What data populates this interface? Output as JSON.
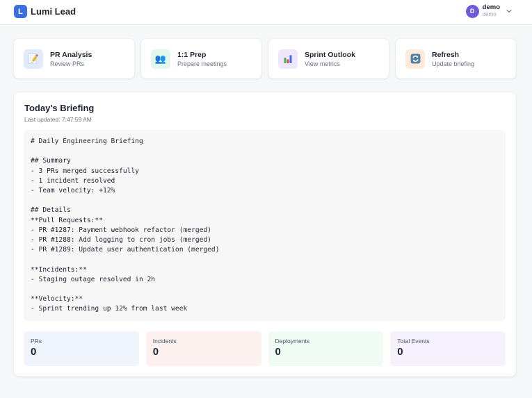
{
  "app": {
    "logo_letter": "L",
    "title": "Lumi Lead"
  },
  "user": {
    "avatar_letter": "D",
    "name": "demo",
    "subtitle": "demo",
    "menu_icon": "chevron-down-icon"
  },
  "actions": [
    {
      "title": "PR Analysis",
      "subtitle": "Review PRs",
      "icon": "memo-icon",
      "glyph": "📝",
      "bg": "#e3ebfb"
    },
    {
      "title": "1:1 Prep",
      "subtitle": "Prepare meetings",
      "icon": "people-icon",
      "glyph": "👥",
      "bg": "#e2f6ea"
    },
    {
      "title": "Sprint Outlook",
      "subtitle": "View metrics",
      "icon": "bar-chart-icon",
      "glyph": "📊",
      "bg": "#f0e6fb"
    },
    {
      "title": "Refresh",
      "subtitle": "Update briefing",
      "icon": "refresh-icon",
      "glyph": "🔄",
      "bg": "#fcebd9"
    }
  ],
  "briefing": {
    "title": "Today's Briefing",
    "last_updated": "Last updated: 7:47:59 AM",
    "content": "# Daily Engineering Briefing\n\n## Summary\n- 3 PRs merged successfully\n- 1 incident resolved\n- Team velocity: +12%\n\n## Details\n**Pull Requests:**\n- PR #1287: Payment webhook refactor (merged)\n- PR #1288: Add logging to cron jobs (merged)\n- PR #1289: Update user authentication (merged)\n\n**Incidents:**\n- Staging outage resolved in 2h\n\n**Velocity:**\n- Sprint trending up 12% from last week"
  },
  "stats": [
    {
      "label": "PRs",
      "value": "0",
      "bg": "#eff4fd"
    },
    {
      "label": "Incidents",
      "value": "0",
      "bg": "#fdf1ef"
    },
    {
      "label": "Deployments",
      "value": "0",
      "bg": "#effbf3"
    },
    {
      "label": "Total Events",
      "value": "0",
      "bg": "#f6f2fd"
    }
  ],
  "colors": {
    "brand": "#3b6fe0",
    "avatar": "#6d5bd9"
  }
}
